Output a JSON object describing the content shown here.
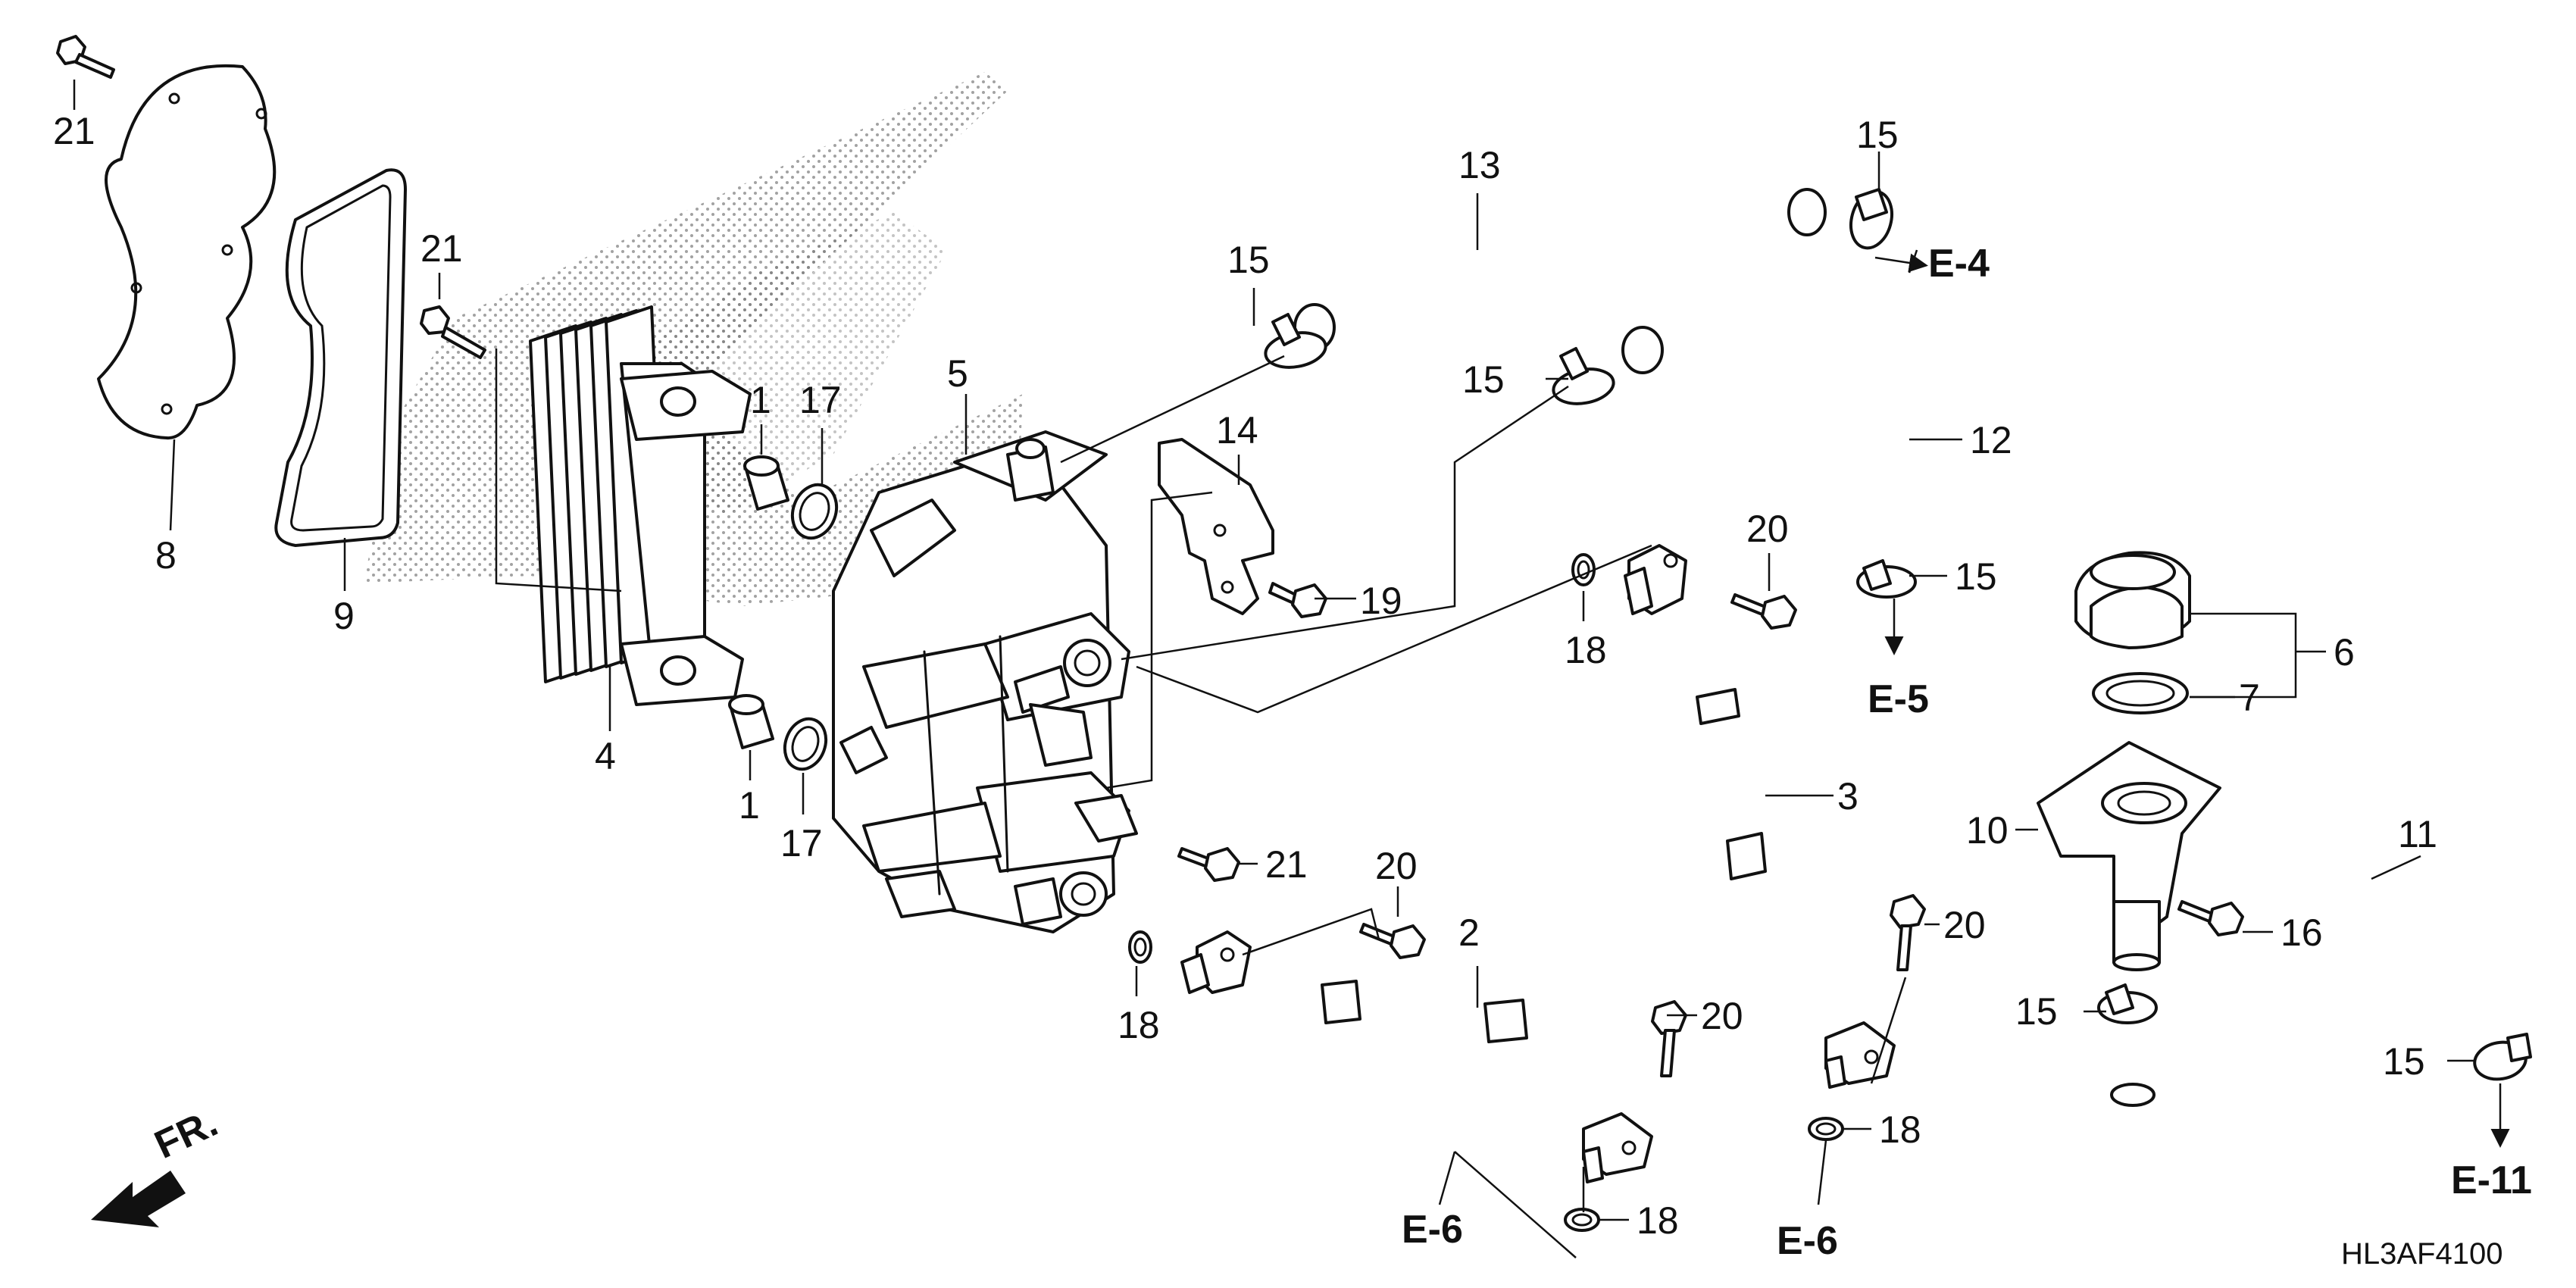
{
  "diagram_code": "HL3AF4100",
  "front_indicator": "FR.",
  "callouts": {
    "c1a": "1",
    "c1b": "1",
    "c2": "2",
    "c3": "3",
    "c4": "4",
    "c5": "5",
    "c6": "6",
    "c7": "7",
    "c8": "8",
    "c9": "9",
    "c10": "10",
    "c11": "11",
    "c12": "12",
    "c13": "13",
    "c14": "14",
    "c15a": "15",
    "c15b": "15",
    "c15c": "15",
    "c15d": "15",
    "c15e": "15",
    "c15f": "15",
    "c16": "16",
    "c17a": "17",
    "c17b": "17",
    "c18a": "18",
    "c18b": "18",
    "c18c": "18",
    "c18d": "18",
    "c19": "19",
    "c20a": "20",
    "c20b": "20",
    "c20c": "20",
    "c20d": "20",
    "c21a": "21",
    "c21b": "21",
    "c21c": "21"
  },
  "references": {
    "e4": "E-4",
    "e5": "E-5",
    "e6a": "E-6",
    "e6b": "E-6",
    "e11": "E-11"
  }
}
